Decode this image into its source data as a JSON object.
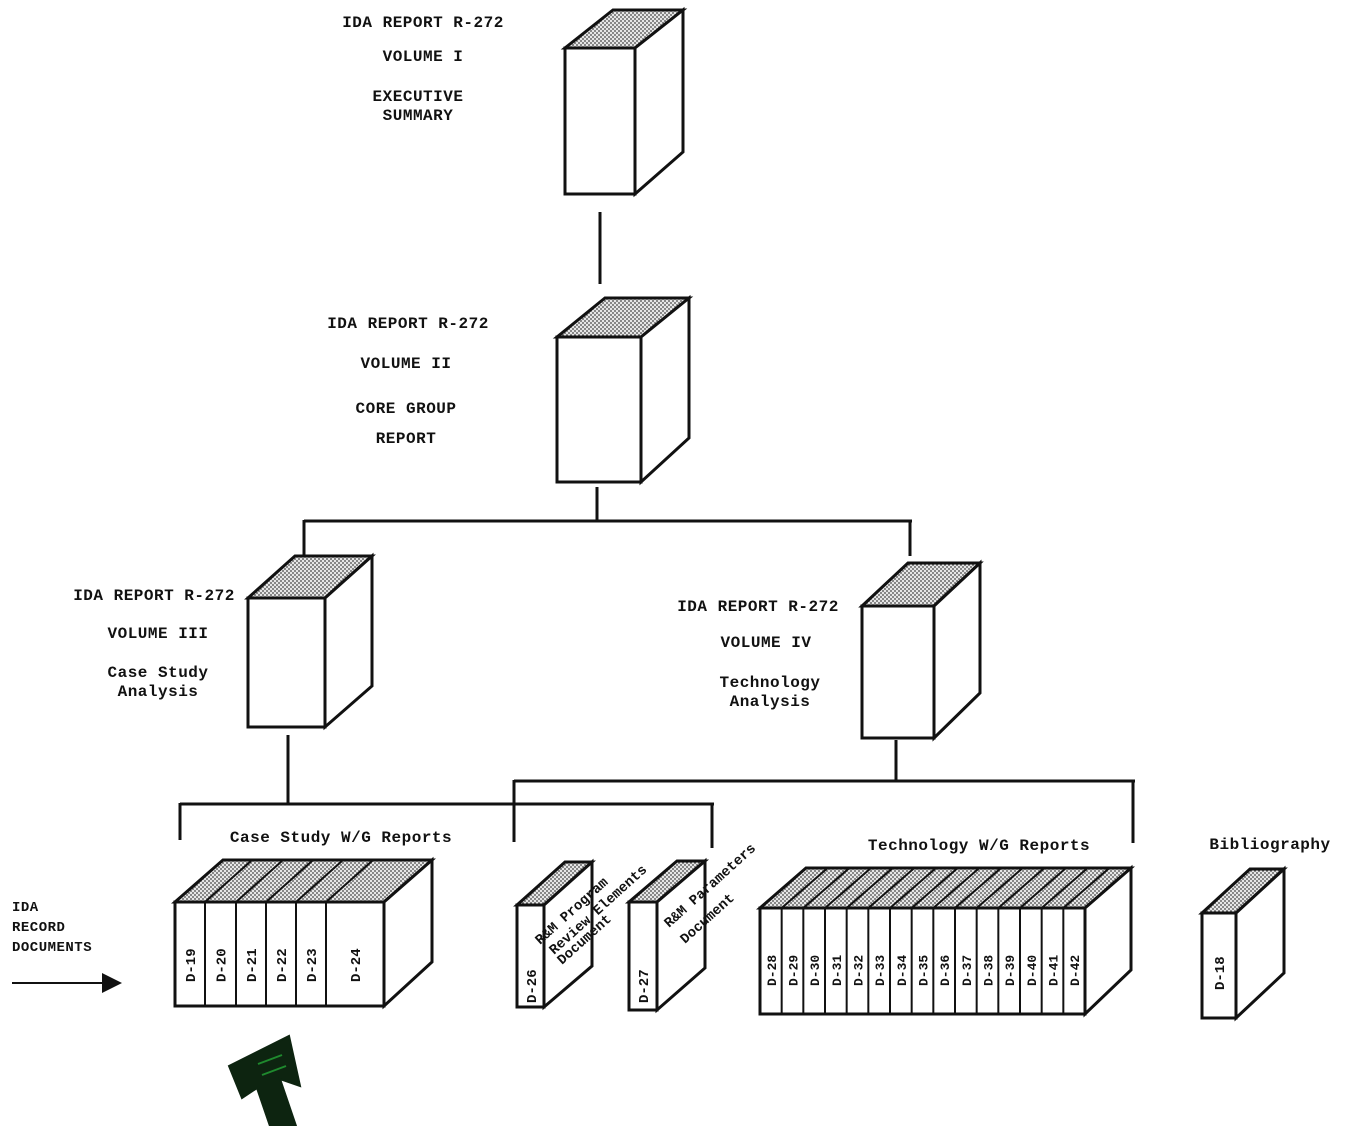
{
  "volumes": [
    {
      "report": "IDA REPORT R-272",
      "volume": "VOLUME I",
      "title1": "EXECUTIVE",
      "title2": "SUMMARY"
    },
    {
      "report": "IDA REPORT R-272",
      "volume": "VOLUME II",
      "title1": "CORE GROUP",
      "title2": "REPORT"
    },
    {
      "report": "IDA REPORT R-272",
      "volume": "VOLUME III",
      "title1": "Case Study",
      "title2": "Analysis"
    },
    {
      "report": "IDA REPORT R-272",
      "volume": "VOLUME IV",
      "title1": "Technology",
      "title2": "Analysis"
    }
  ],
  "groups": {
    "case_study": {
      "title": "Case Study W/G Reports",
      "docs": [
        "D-19",
        "D-20",
        "D-21",
        "D-22",
        "D-23",
        "D-24"
      ]
    },
    "rm_program": {
      "doc": "D-26",
      "line1": "R&M Program",
      "line2": "Review Elements",
      "line3": "Document"
    },
    "rm_params": {
      "doc": "D-27",
      "line1": "R&M Parameters",
      "line2": "Document"
    },
    "technology": {
      "title": "Technology W/G Reports",
      "docs": [
        "D-28",
        "D-29",
        "D-30",
        "D-31",
        "D-32",
        "D-33",
        "D-34",
        "D-35",
        "D-36",
        "D-37",
        "D-38",
        "D-39",
        "D-40",
        "D-41",
        "D-42"
      ]
    },
    "bibliography": {
      "title": "Bibliography",
      "doc": "D-18"
    }
  },
  "record_documents": {
    "line1": "IDA",
    "line2": "RECORD",
    "line3": "DOCUMENTS"
  },
  "colors": {
    "ink": "#111111",
    "arrow_fill": "#0d2410",
    "arrow_highlight": "#1f8a2e"
  }
}
